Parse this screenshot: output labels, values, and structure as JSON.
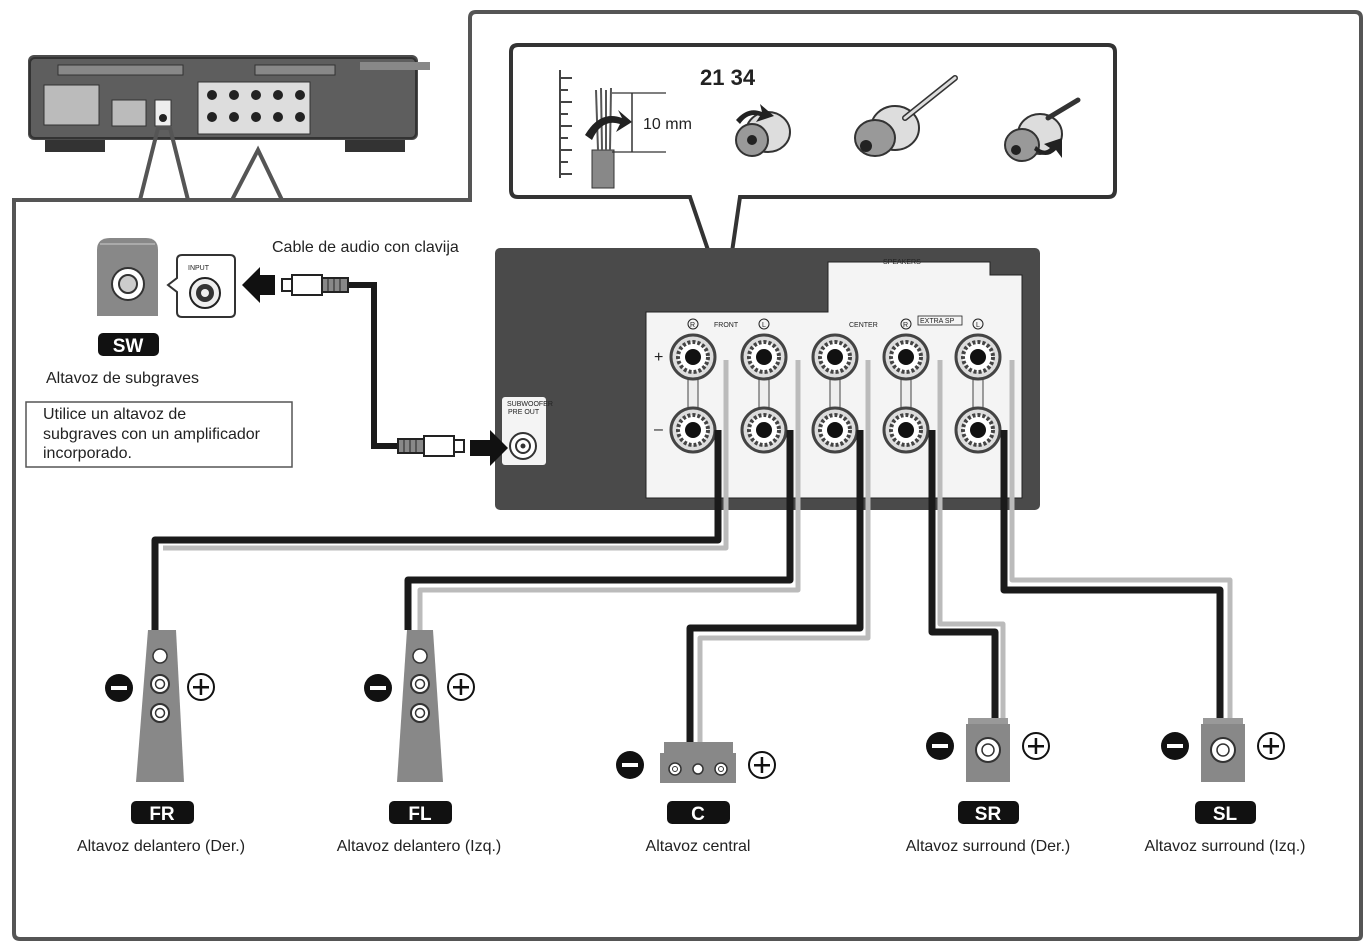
{
  "steps": {
    "label": "21 34",
    "strip_length": "10 mm"
  },
  "receiver": {
    "speakers_label": "SPEAKERS",
    "front_label": "FRONT",
    "center_label": "CENTER",
    "extra_sp_label": "EXTRA SP",
    "subwoofer_label": "SUBWOOFER",
    "pre_out_label": "PRE OUT",
    "plus_sign": "+",
    "minus_sign": "–",
    "r_mark": "R",
    "l_mark": "L"
  },
  "subwoofer": {
    "input_label": "INPUT",
    "cable_label": "Cable de audio con clavija",
    "badge": "SW",
    "name": "Altavoz de subgraves",
    "note_lines": [
      "Utilice un altavoz de",
      "subgraves con un amplificador",
      "incorporado."
    ]
  },
  "speakers": [
    {
      "badge": "FR",
      "name": "Altavoz delantero (Der.)"
    },
    {
      "badge": "FL",
      "name": "Altavoz delantero (Izq.)"
    },
    {
      "badge": "C",
      "name": "Altavoz central"
    },
    {
      "badge": "SR",
      "name": "Altavoz surround (Der.)"
    },
    {
      "badge": "SL",
      "name": "Altavoz surround (Izq.)"
    }
  ],
  "colors": {
    "outline": "#555555",
    "panel": "#4a4a4a",
    "badge": "#111111",
    "cable_dark": "#1a1a1a",
    "cable_light": "#cfcfcf"
  }
}
